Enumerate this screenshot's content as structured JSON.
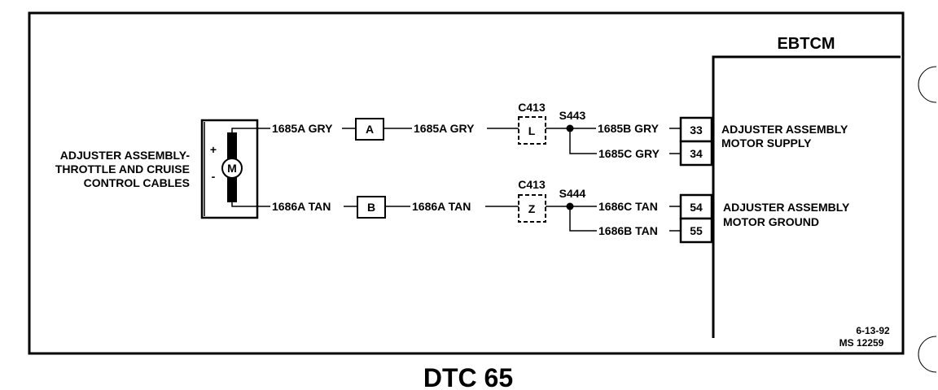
{
  "controller": "EBTCM",
  "component": {
    "line1": "ADJUSTER ASSEMBLY-",
    "line2": "THROTTLE AND CRUISE",
    "line3": "CONTROL CABLES",
    "motor_symbol": "M",
    "plus": "+",
    "minus": "-"
  },
  "supply": {
    "wire_a": "1685A GRY",
    "inline_pin": "A",
    "wire_a2": "1685A GRY",
    "connector": "C413",
    "connector_pin": "L",
    "splice": "S443",
    "wire_b": "1685B GRY",
    "wire_c": "1685C GRY",
    "pin_top": "33",
    "pin_bottom": "34",
    "function_line1": "ADJUSTER ASSEMBLY",
    "function_line2": "MOTOR SUPPLY"
  },
  "ground": {
    "wire_a": "1686A TAN",
    "inline_pin": "B",
    "wire_a2": "1686A TAN",
    "connector": "C413",
    "connector_pin": "Z",
    "splice": "S444",
    "wire_c": "1686C TAN",
    "wire_b": "1686B TAN",
    "pin_top": "54",
    "pin_bottom": "55",
    "function_line1": "ADJUSTER ASSEMBLY",
    "function_line2": "MOTOR GROUND"
  },
  "footer": {
    "date": "6-13-92",
    "ref": "MS 12259"
  },
  "page_title": "DTC 65"
}
